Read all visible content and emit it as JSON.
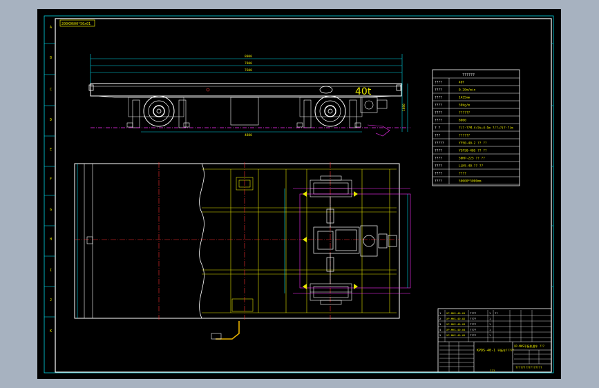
{
  "drawing": {
    "stamp_label": "200X0600*50x01",
    "tonnage_label": "40t",
    "border_letters": [
      "A",
      "B",
      "C",
      "D",
      "E",
      "F",
      "G",
      "H",
      "I",
      "J",
      "K"
    ],
    "dimensions": {
      "overall_top": "8000",
      "overall_mid": "7800",
      "overall_low": "7600",
      "height_right": "1080",
      "wheelbase": "4880"
    },
    "spec_table": {
      "title": "??????",
      "rows": [
        [
          "????",
          "40T"
        ],
        [
          "????",
          "0-20m/min"
        ],
        [
          "????",
          "1435mm"
        ],
        [
          "????",
          "50kg/m"
        ],
        [
          "????",
          "??????"
        ],
        [
          "????",
          "8000"
        ],
        [
          "? ?",
          "?/?·??M-4:5t+4:5m  ?/?+?(?·?)m"
        ],
        [
          "???",
          "??????"
        ],
        [
          "?????",
          "YFS0-40-2   ?? ??"
        ],
        [
          "????",
          "YSFS0-40S  ?? ??"
        ],
        [
          "????",
          "50HP-225  ?? ??"
        ],
        [
          "????",
          "LLHS-40-?? ??"
        ],
        [
          "????",
          "????"
        ],
        [
          "????",
          "50000*5000mm"
        ]
      ]
    },
    "title_block": {
      "parts": [
        [
          "1",
          "XP-MKS-40-01",
          "????",
          "1",
          "??"
        ],
        [
          "2",
          "XP-MKS-40-02",
          "????",
          "1",
          ""
        ],
        [
          "3",
          "XP-MKS-40-03",
          "????",
          "1",
          ""
        ],
        [
          "4",
          "XP-MKS-40-04",
          "????",
          "1",
          ""
        ],
        [
          "5",
          "XP-MKS-40-05",
          "????",
          "1",
          ""
        ]
      ],
      "company": "XP-MKS平板轨道车 ???",
      "drawing_no": "KPDS-40-1",
      "name": "平板车?????",
      "sheet": "???",
      "footer_code": "????????????????"
    },
    "note_label": "???"
  }
}
